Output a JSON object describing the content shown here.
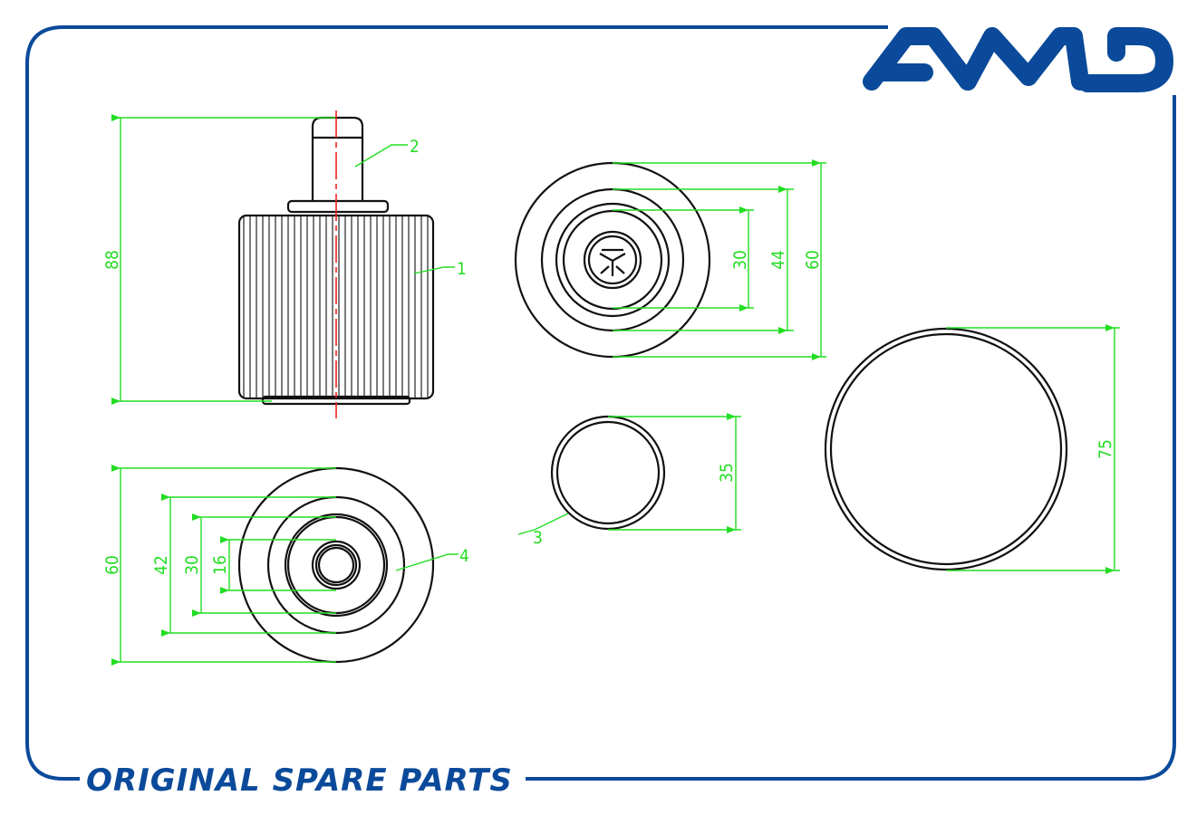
{
  "brand": {
    "logo_text": "AMD",
    "tagline": "ORIGINAL SPARE PARTS",
    "color": "#0b4a9a"
  },
  "side_view": {
    "height_dim": "88",
    "callouts": [
      "2",
      "1"
    ]
  },
  "end_view_top": {
    "dims": [
      "30",
      "44",
      "60"
    ]
  },
  "ring_small": {
    "dim": "35",
    "callout": "3"
  },
  "ring_large": {
    "dim": "75"
  },
  "end_view_bottom": {
    "dims": [
      "60",
      "42",
      "30",
      "16"
    ],
    "callout": "4"
  },
  "colors": {
    "dimension": "#22dd22",
    "centerline": "#ee2222",
    "outline": "#111111"
  }
}
